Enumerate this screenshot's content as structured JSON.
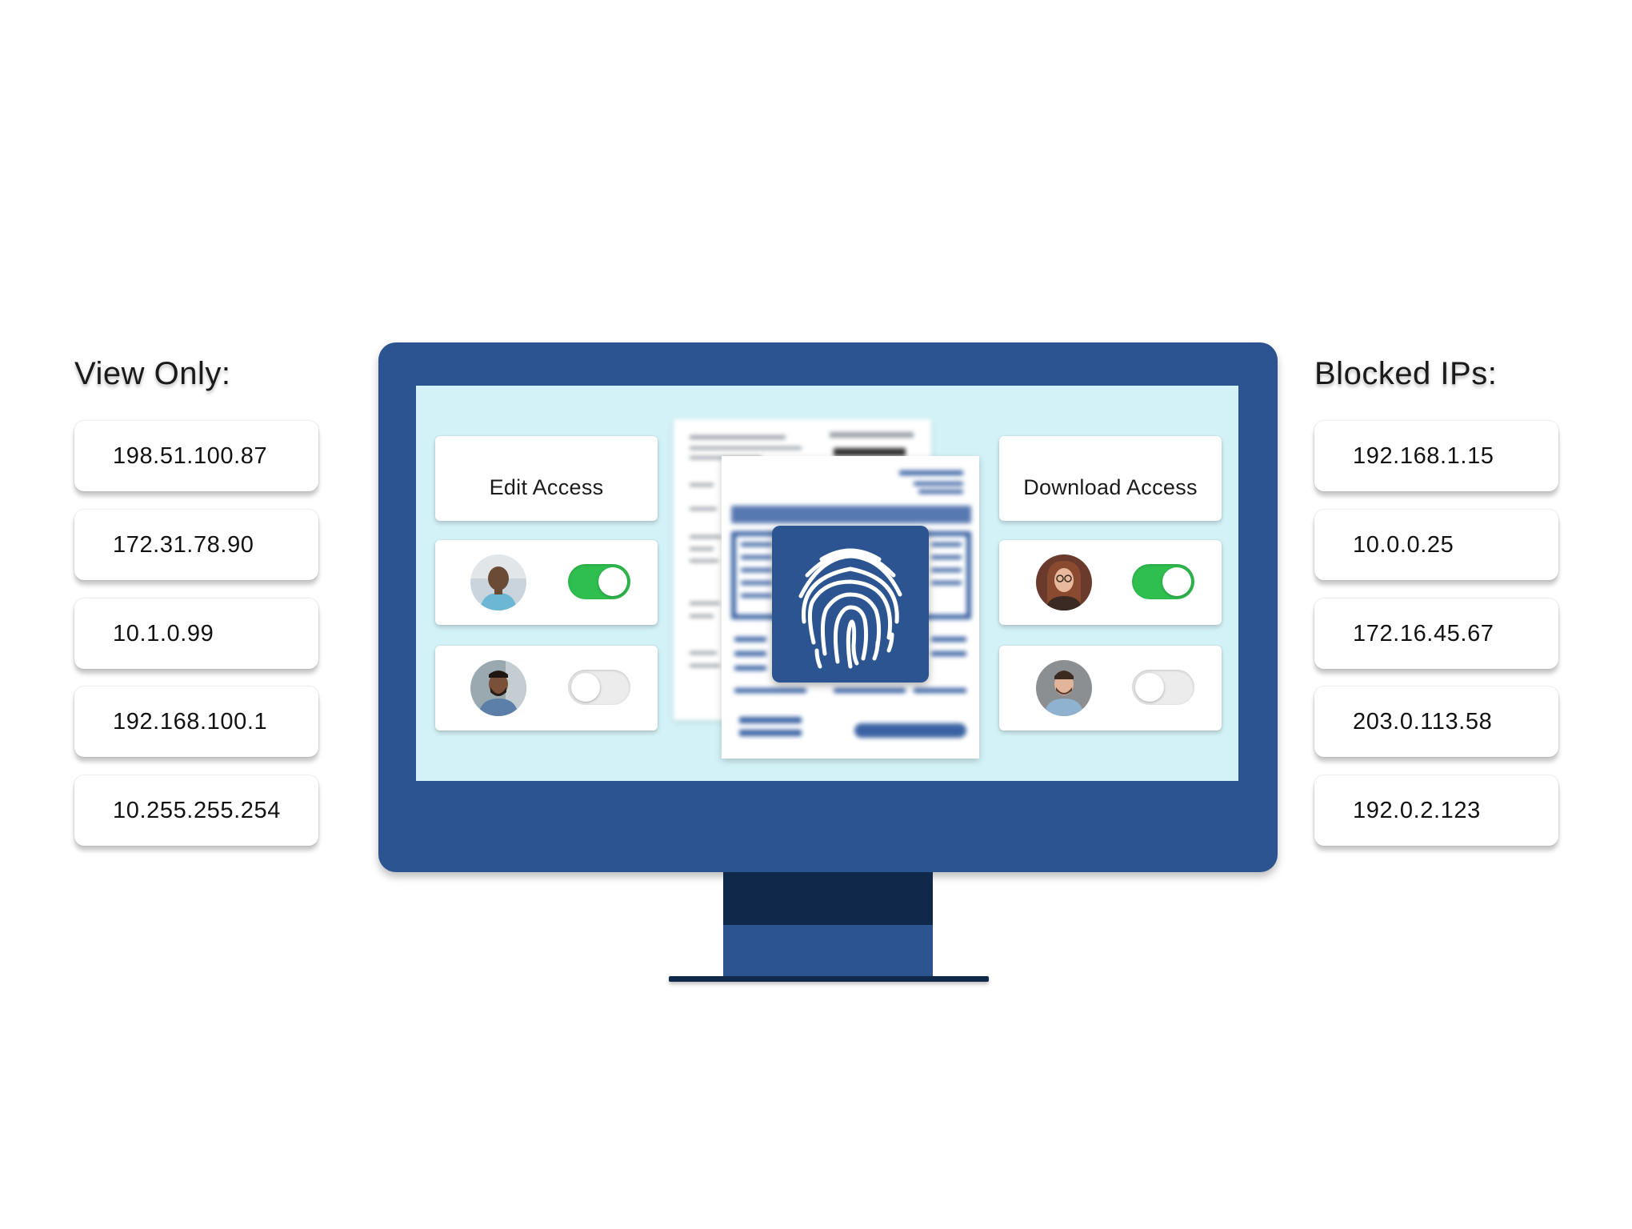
{
  "left_panel": {
    "heading": "View Only:",
    "ips": [
      "198.51.100.87",
      "172.31.78.90",
      "10.1.0.99",
      "192.168.100.1",
      "10.255.255.254"
    ]
  },
  "right_panel": {
    "heading": "Blocked IPs:",
    "ips": [
      "192.168.1.15",
      "10.0.0.25",
      "172.16.45.67",
      "203.0.113.58",
      "192.0.2.123"
    ]
  },
  "screen": {
    "edit_access": {
      "title": "Edit Access",
      "rows": [
        {
          "avatar": "avatar-woman-smiling",
          "toggle_on": true
        },
        {
          "avatar": "avatar-man-bearded",
          "toggle_on": false
        }
      ]
    },
    "download_access": {
      "title": "Download Access",
      "rows": [
        {
          "avatar": "avatar-woman-glasses",
          "toggle_on": true
        },
        {
          "avatar": "avatar-man-beard-gray-bg",
          "toggle_on": false
        }
      ]
    },
    "center_icon": "fingerprint-icon"
  },
  "colors": {
    "monitor": "#2c5490",
    "monitor_dark": "#10284a",
    "screen_bg": "#d3f2f7",
    "toggle_on": "#2fbf4f",
    "toggle_off": "#ececec"
  }
}
